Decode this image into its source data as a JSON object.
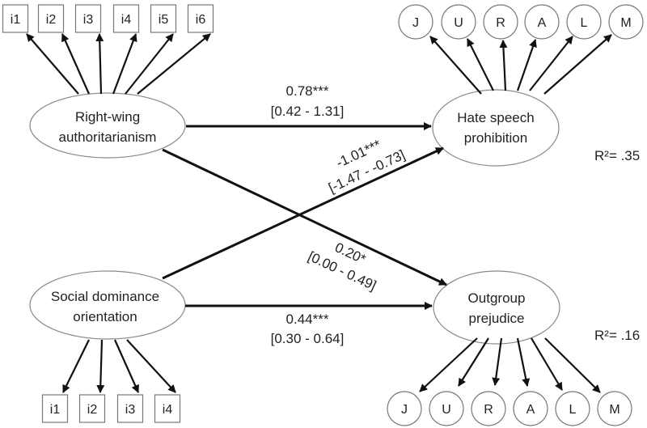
{
  "latent_variables": {
    "rwa": {
      "label_lines": [
        "Right-wing",
        "authoritarianism"
      ]
    },
    "sdo": {
      "label_lines": [
        "Social dominance",
        "orientation"
      ]
    },
    "hsp": {
      "label_lines": [
        "Hate speech",
        "prohibition"
      ],
      "r_squared": "R²= .35"
    },
    "op": {
      "label_lines": [
        "Outgroup",
        "prejudice"
      ],
      "r_squared": "R²= .16"
    }
  },
  "indicators": {
    "rwa_items": [
      "i1",
      "i2",
      "i3",
      "i4",
      "i5",
      "i6"
    ],
    "sdo_items": [
      "i1",
      "i2",
      "i3",
      "i4"
    ],
    "hsp_items": [
      "J",
      "U",
      "R",
      "A",
      "L",
      "M"
    ],
    "op_items": [
      "J",
      "U",
      "R",
      "A",
      "L",
      "M"
    ]
  },
  "paths": [
    {
      "from": "rwa",
      "to": "hsp",
      "estimate": "0.78***",
      "ci": "[0.42 - 1.31]"
    },
    {
      "from": "sdo",
      "to": "hsp",
      "estimate": "-1.01***",
      "ci": "[-1.47 - -0.73]"
    },
    {
      "from": "rwa",
      "to": "op",
      "estimate": "0.20*",
      "ci": "[0.00 - 0.49]"
    },
    {
      "from": "sdo",
      "to": "op",
      "estimate": "0.44***",
      "ci": "[0.30 - 0.64]"
    }
  ]
}
